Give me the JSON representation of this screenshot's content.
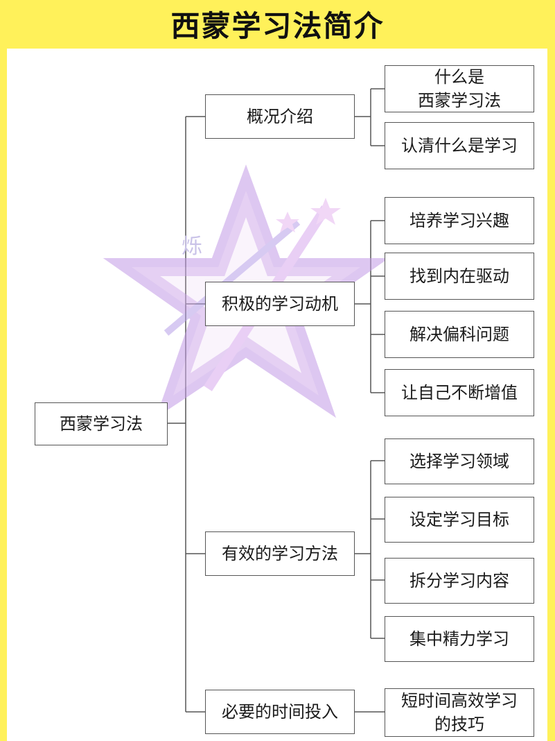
{
  "header": {
    "title": "西蒙学习法简介"
  },
  "diagram": {
    "root": "西蒙学习法",
    "branches": [
      {
        "label": "概况介绍",
        "children": [
          "什么是\n西蒙学习法",
          "认清什么是学习"
        ]
      },
      {
        "label": "积极的学习动机",
        "children": [
          "培养学习兴趣",
          "找到内在驱动",
          "解决偏科问题",
          "让自己不断增值"
        ]
      },
      {
        "label": "有效的学习方法",
        "children": [
          "选择学习领域",
          "设定学习目标",
          "拆分学习内容",
          "集中精力学习"
        ]
      },
      {
        "label": "必要的时间投入",
        "children": [
          "短时间高效学习\n的技巧"
        ]
      }
    ]
  },
  "watermark": {
    "text": "烁",
    "colors": [
      "#c9a8e8",
      "#e6b8f0",
      "#a89be0"
    ]
  }
}
